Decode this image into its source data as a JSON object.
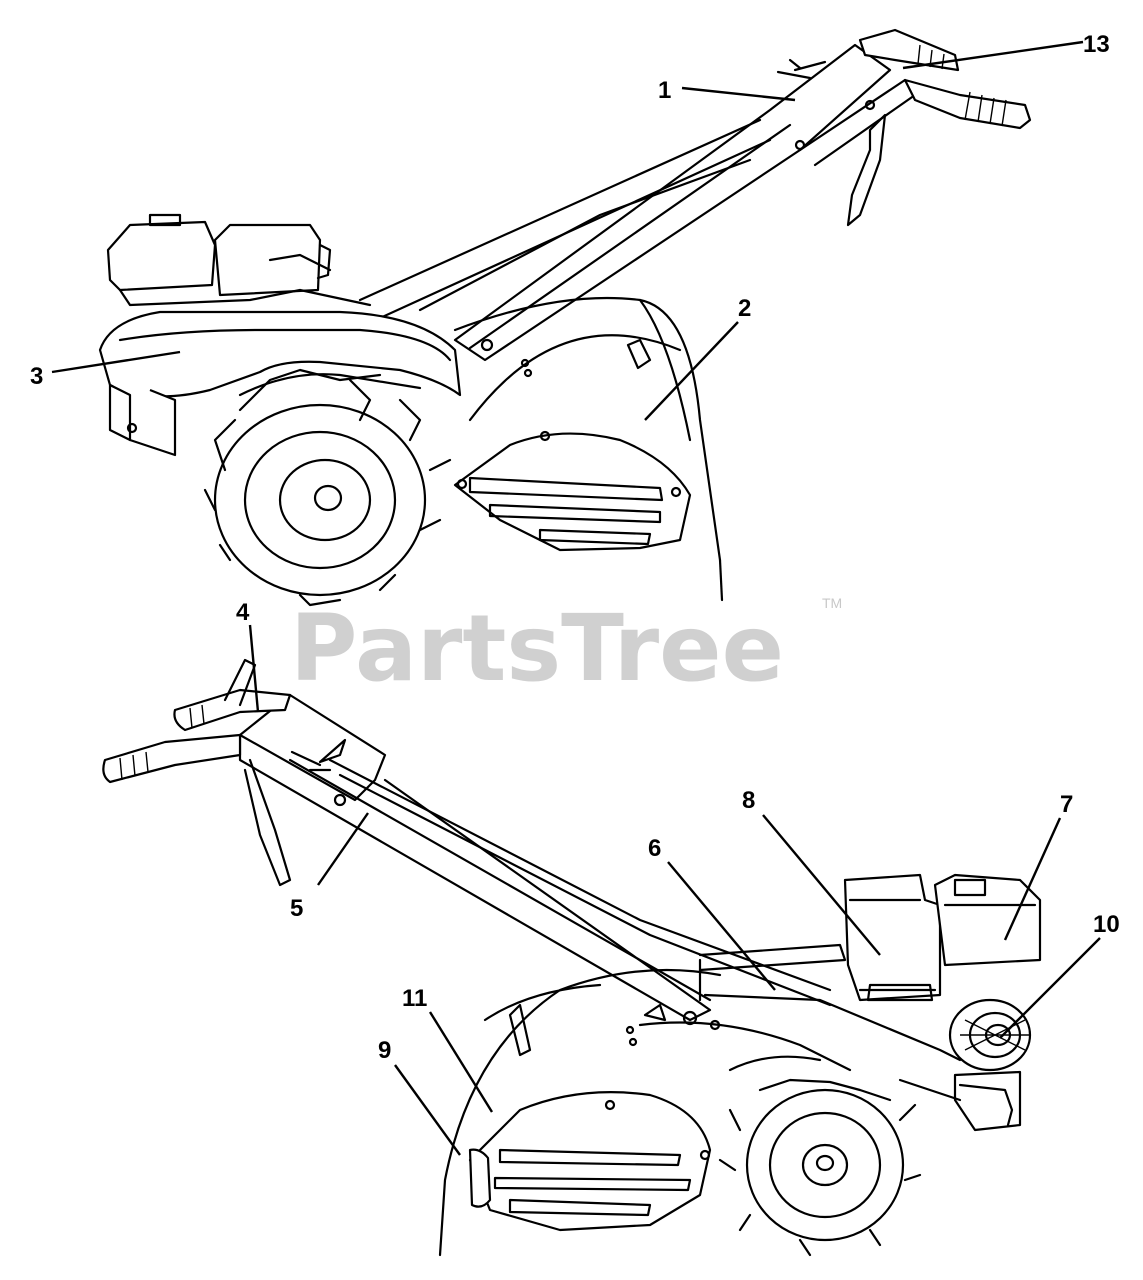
{
  "watermark": {
    "text": "PartsTree",
    "trademark": "TM"
  },
  "callouts": {
    "c1": "1",
    "c2": "2",
    "c3": "3",
    "c4": "4",
    "c5": "5",
    "c6": "6",
    "c7": "7",
    "c8": "8",
    "c9": "9",
    "c10": "10",
    "c11": "11",
    "c13": "13"
  },
  "colors": {
    "ink": "#000000",
    "paper": "#ffffff",
    "watermark": "#d0d0d0"
  }
}
